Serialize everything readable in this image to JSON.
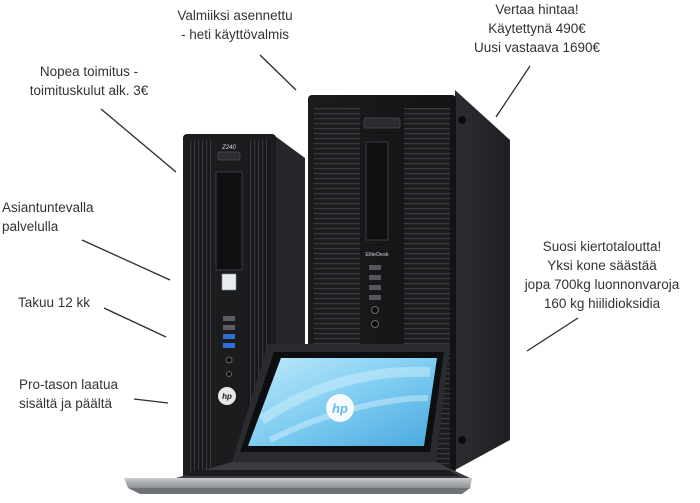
{
  "callouts": {
    "shipping": [
      "Nopea toimitus -",
      "toimituskulut alk. 3€"
    ],
    "ready": [
      "Valmiiksi asennettu",
      "- heti käyttövalmis"
    ],
    "price": [
      "Vertaa hintaa!",
      "Käytettynä 490€",
      "Uusi vastaava 1690€"
    ],
    "service": [
      "Asiantuntevalla",
      "palvelulla"
    ],
    "warranty": [
      "Takuu 12 kk"
    ],
    "quality": [
      "Pro-tason laatua",
      "sisältä ja päältä"
    ],
    "eco": [
      "Suosi kiertotaloutta!",
      "Yksi kone säästää",
      "jopa 700kg luonnonvaroja",
      "160 kg hiilidioksidia"
    ]
  },
  "products": {
    "sff_model": "Z240",
    "tower_model": "EliteDesk",
    "laptop_logo": "hp",
    "sff_logo": "hp"
  },
  "colors": {
    "case_dark": "#1b1c1e",
    "case_side": "#2a2b2e",
    "screen_blue": "#8fd3f4",
    "usb_blue": "#2f6fd6",
    "line": "#2b2b2b"
  }
}
